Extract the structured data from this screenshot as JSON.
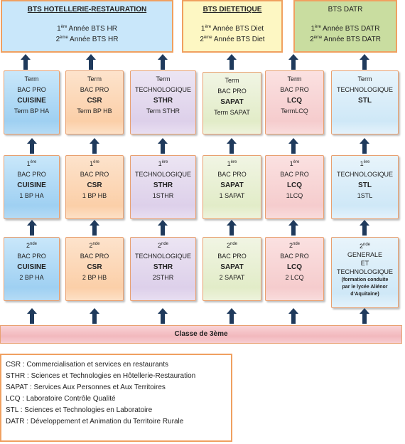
{
  "bts": [
    {
      "title": "BTS HOTELLERIE-RESTAURATION",
      "sup1": "ère",
      "line1": "Année BTS HR",
      "sup2": "ème",
      "line2": "Année BTS HR",
      "bg": "#c9e7fa"
    },
    {
      "title": "BTS DIETETIQUE",
      "sup1": "ère",
      "line1": "Année BTS Diet",
      "sup2": "ème",
      "line2": "Année BTS Diet",
      "bg": "#fdf7c3"
    },
    {
      "title": "BTS DATR",
      "sup1": "ère",
      "line1": "Année BTS DATR",
      "sup2": "ème",
      "line2": "Année BTS DATR",
      "bg": "#c9dda0"
    }
  ],
  "term": [
    {
      "l1": "Term",
      "l2": "BAC PRO",
      "l3": "CUISINE",
      "l4": "Term BP HA"
    },
    {
      "l1": "Term",
      "l2": "BAC PRO",
      "l3": "CSR",
      "l4": "Term BP HB"
    },
    {
      "l1": "Term",
      "l2": "TECHNOLOGIQUE",
      "l3": "STHR",
      "l4": "Term STHR"
    },
    {
      "l1": "Term",
      "l2": "BAC PRO",
      "l3": "SAPAT",
      "l4": "Term SAPAT"
    },
    {
      "l1": "Term",
      "l2": "BAC PRO",
      "l3": "LCQ",
      "l4": "TermLCQ"
    },
    {
      "l1": "Term",
      "l2": "TECHNOLOGIQUE",
      "l3": "STL",
      "l4": ""
    }
  ],
  "first": [
    {
      "num": "1",
      "sup": "ère",
      "l2": "BAC PRO",
      "l3": "CUISINE",
      "l4": "1 BP HA"
    },
    {
      "num": "1",
      "sup": "ère",
      "l2": "BAC PRO",
      "l3": "CSR",
      "l4": "1 BP HB"
    },
    {
      "num": "1",
      "sup": "ère",
      "l2": "TECHNOLOGIQUE",
      "l3": "STHR",
      "l4": "1STHR"
    },
    {
      "num": "1",
      "sup": "ère",
      "l2": "BAC PRO",
      "l3": "SAPAT",
      "l4": "1 SAPAT"
    },
    {
      "num": "1",
      "sup": "ère",
      "l2": "BAC PRO",
      "l3": "LCQ",
      "l4": "1LCQ"
    },
    {
      "num": "1",
      "sup": "ère",
      "l2": "TECHNOLOGIQUE",
      "l3": "STL",
      "l4": "1STL"
    }
  ],
  "second": [
    {
      "num": "2",
      "sup": "nde",
      "l2": "BAC PRO",
      "l3": "CUISINE",
      "l4": "2 BP HA"
    },
    {
      "num": "2",
      "sup": "nde",
      "l2": "BAC PRO",
      "l3": "CSR",
      "l4": "2 BP HB"
    },
    {
      "num": "2",
      "sup": "nde",
      "l2": "TECHNOLOGIQUE",
      "l3": "STHR",
      "l4": "2STHR"
    },
    {
      "num": "2",
      "sup": "nde",
      "l2": "BAC PRO",
      "l3": "SAPAT",
      "l4": "2 SAPAT"
    },
    {
      "num": "2",
      "sup": "nde",
      "l2": "BAC PRO",
      "l3": "LCQ",
      "l4": "2 LCQ"
    }
  ],
  "generale": {
    "num": "2",
    "sup": "nde",
    "l2": "GENERALE",
    "l3": "ET",
    "l4": "TECHNOLOGIQUE",
    "note1": "(formation conduite",
    "note2": "par le lycée Aliénor",
    "note3": "d’Aquitaine)"
  },
  "classe": "Classe de 3ème",
  "legend": [
    {
      "abbr": "CSR",
      "text": " : Commercialisation et services en restaurants"
    },
    {
      "abbr": "STHR",
      "text": " : Sciences et Technologies en Hôtellerie-Restauration"
    },
    {
      "abbr": "SAPAT",
      "text": " : Services Aux Personnes et Aux Territoires"
    },
    {
      "abbr": "LCQ",
      "text": " : Laboratoire Contrôle Qualité"
    },
    {
      "abbr": "STL",
      "text": " : Sciences et Technologies en Laboratoire"
    },
    {
      "abbr": "DATR",
      "text": " : Développement et Animation du Territoire Rurale"
    }
  ],
  "colors": {
    "border": "#f0a060",
    "arrow": "#1f3a5c"
  }
}
